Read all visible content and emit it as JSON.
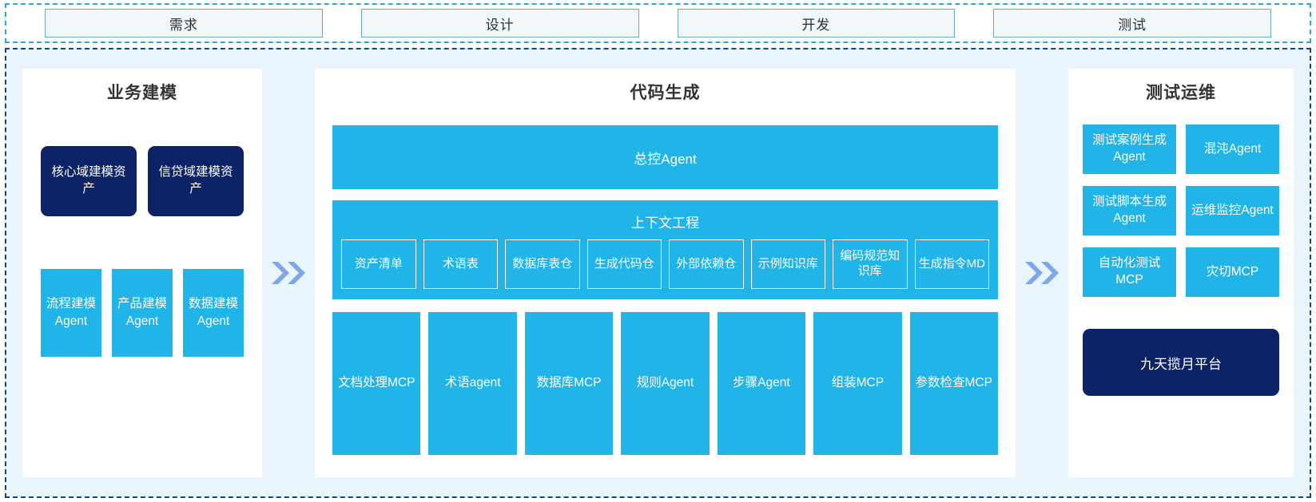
{
  "phases": {
    "tabs": [
      {
        "label": "需求"
      },
      {
        "label": "设计"
      },
      {
        "label": "开发"
      },
      {
        "label": "测试"
      }
    ]
  },
  "colors": {
    "cyan": "#21B4E8",
    "navy": "#0C2368",
    "chevron": "#7FA7E8",
    "panel_bg": "#FFFFFF",
    "frame_bg": "#E9F5FD",
    "frame_border": "#13447A",
    "phase_border": "#23A8DD",
    "phase_tab_bg": "#F2F7FA",
    "phase_tab_border": "#6FA8C4"
  },
  "left_panel": {
    "title": "业务建模",
    "assets": [
      {
        "label": "核心域建模资产"
      },
      {
        "label": "信贷域建模资产"
      }
    ],
    "agents": [
      {
        "label": "流程建模Agent"
      },
      {
        "label": "产品建模Agent"
      },
      {
        "label": "数据建模Agent"
      }
    ]
  },
  "chevron_1": {
    "icon": "double-chevron-right-icon"
  },
  "center_panel": {
    "title": "代码生成",
    "master_agent": "总控Agent",
    "context": {
      "title": "上下文工程",
      "items": [
        {
          "label": "资产清单"
        },
        {
          "label": "术语表"
        },
        {
          "label": "数据库表仓"
        },
        {
          "label": "生成代码仓"
        },
        {
          "label": "外部依赖仓"
        },
        {
          "label": "示例知识库"
        },
        {
          "label": "编码规范知识库"
        },
        {
          "label": "生成指令MD"
        }
      ]
    },
    "tools": [
      {
        "label": "文档处理MCP"
      },
      {
        "label": "术语agent"
      },
      {
        "label": "数据库MCP"
      },
      {
        "label": "规则Agent"
      },
      {
        "label": "步骤Agent"
      },
      {
        "label": "组装MCP"
      },
      {
        "label": "参数检查MCP"
      }
    ]
  },
  "chevron_2": {
    "icon": "double-chevron-right-icon"
  },
  "right_panel": {
    "title": "测试运维",
    "cards": [
      {
        "label": "测试案例生成Agent"
      },
      {
        "label": "混沌Agent"
      },
      {
        "label": "测试脚本生成Agent"
      },
      {
        "label": "运维监控Agent"
      },
      {
        "label": "自动化测试MCP"
      },
      {
        "label": "灾切MCP"
      }
    ],
    "platform": "九天揽月平台"
  }
}
